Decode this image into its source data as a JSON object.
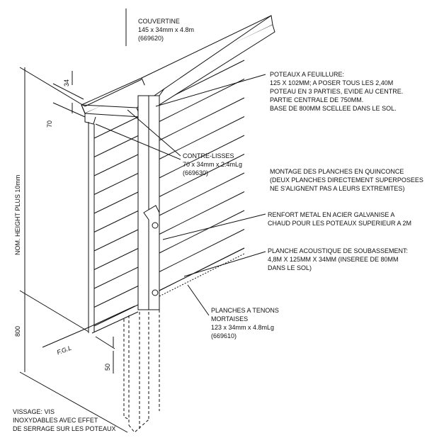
{
  "labels": {
    "couvertine": [
      "COUVERTINE",
      "145 x 34mm x 4.8m",
      "(669620)"
    ],
    "poteaux": [
      "POTEAUX A FEUILLURE:",
      "125 X 102MM; A POSER TOUS LES 2,40M",
      "POTEAU EN 3 PARTIES, EVIDE AU CENTRE.",
      "PARTIE CENTRALE DE 750MM.",
      "BASE DE 800MM SCELLEE DANS LE SOL."
    ],
    "contre_lisses": [
      "CONTRE-LISSES",
      "70 x 34mm x 2.4mLg",
      "(669630)"
    ],
    "montage": [
      "MONTAGE DES PLANCHES EN QUINCONCE",
      "(DEUX PLANCHES DIRECTEMENT SUPERPOSEES",
      "NE S'ALIGNENT PAS A LEURS EXTREMITES)"
    ],
    "renfort": [
      "RENFORT METAL EN ACIER GALVANISE A",
      "CHAUD POUR LES POTEAUX SUPERIEUR A 2M"
    ],
    "planche_acoustique": [
      "PLANCHE ACOUSTIQUE DE SOUBASSEMENT:",
      "4,8M X 125MM X 34MM (INSEREE DE 80MM",
      "DANS LE SOL)"
    ],
    "planches_tenons": [
      "PLANCHES A TENONS",
      "MORTAISES",
      "123 x 34mm x 4.8mLg",
      "(669610)"
    ],
    "vissage": [
      "VISSAGE: VIS",
      "INOXYDABLES AVEC EFFET",
      "DE SERRAGE SUR LES POTEAUX"
    ]
  },
  "dimensions": {
    "d34": "34",
    "d70": "70",
    "nom_height": "NOM. HEIGHT PLUS 10mm",
    "d800": "800",
    "d50": "50",
    "fgl": "F.G.L"
  }
}
